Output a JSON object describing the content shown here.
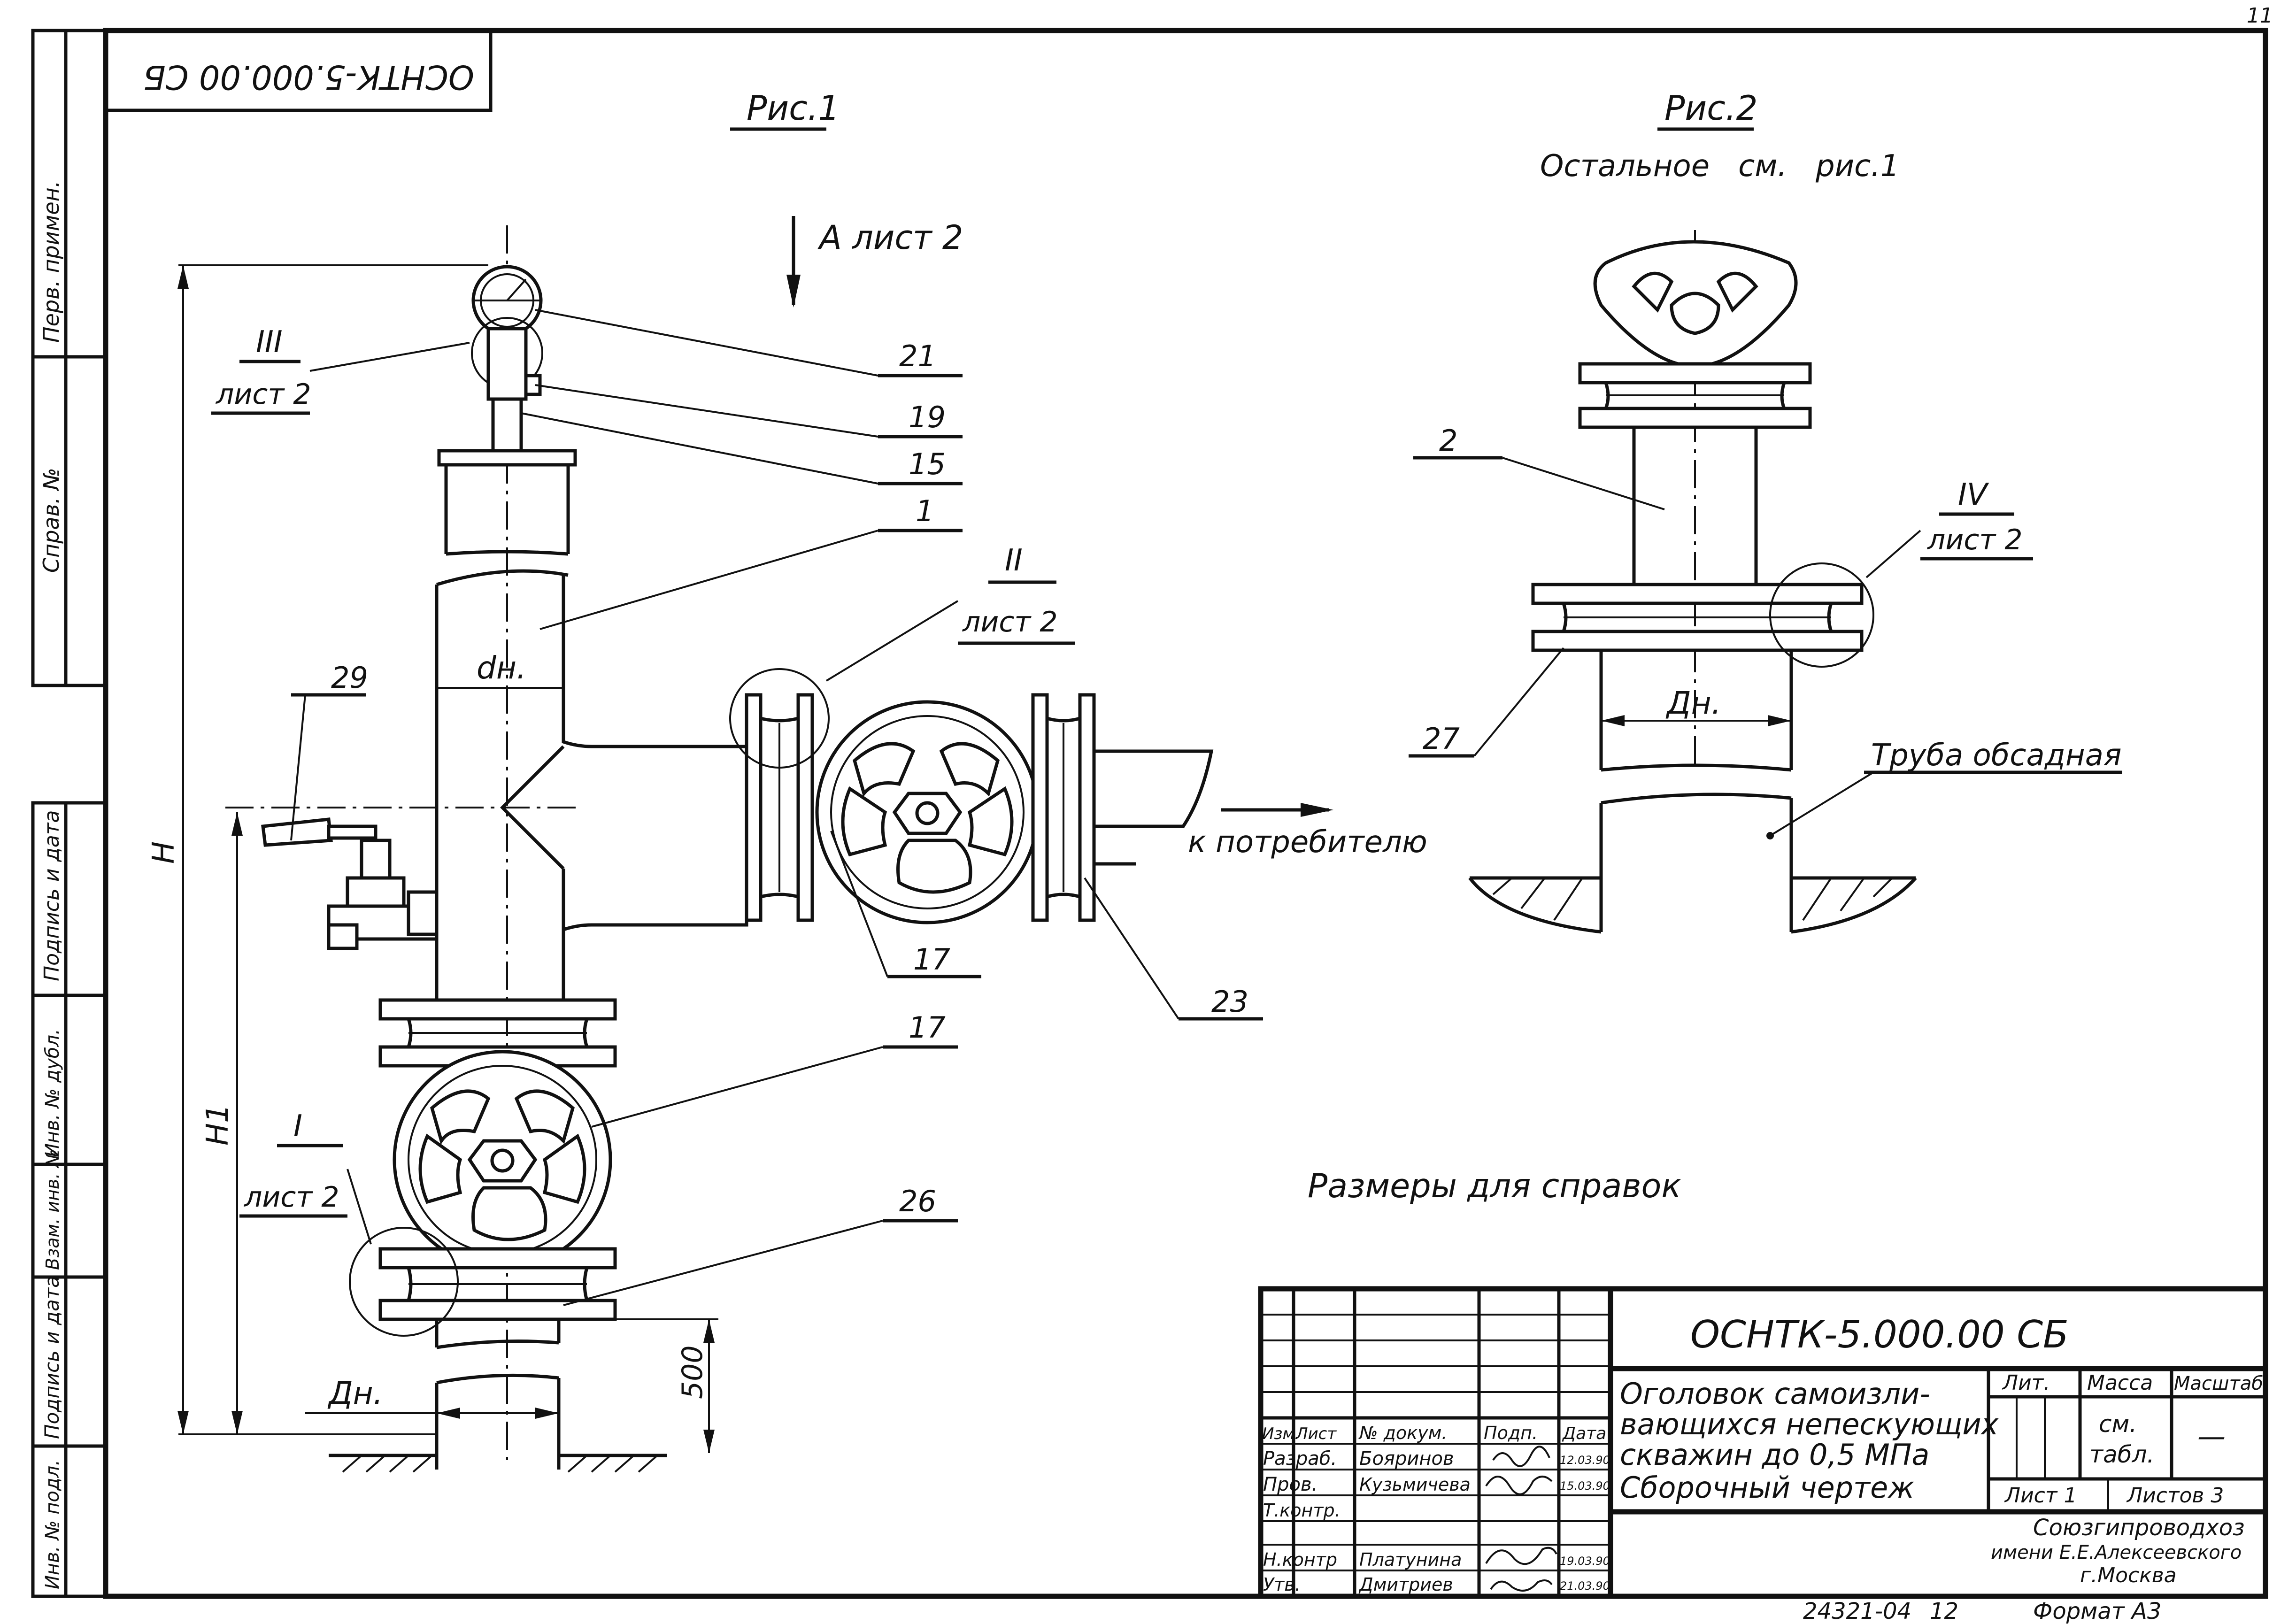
{
  "page_number": "11",
  "stamp_rotated": "ОСНТК-5.000.00 СБ",
  "side_labels": [
    "Перв. примен.",
    "Справ. №",
    "Подпись и дата",
    "Инв. № дубл.",
    "Взам. инв. №",
    "Подпись и дата",
    "Инв. № подл."
  ],
  "fig1": {
    "title": "Рис.1",
    "view_arrow": "А  лист 2",
    "dims": {
      "H": "H",
      "H1": "H1",
      "dn": "dн.",
      "Dn": "Дн.",
      "d500": "500"
    },
    "callouts": [
      {
        "id": "c-iii",
        "num": "III",
        "sheet": "лист 2"
      },
      {
        "id": "c-ii",
        "num": "II",
        "sheet": "лист 2"
      },
      {
        "id": "c-i",
        "num": "I",
        "sheet": "лист 2"
      }
    ],
    "parts": [
      "21",
      "19",
      "15",
      "1",
      "29",
      "17",
      "23",
      "17",
      "26"
    ],
    "flow_label": "к потребителю"
  },
  "fig2": {
    "title": "Рис.2",
    "subtitle": "Остальное   см.   рис.1",
    "callout": {
      "num": "IV",
      "sheet": "лист 2"
    },
    "parts": [
      "2",
      "27"
    ],
    "dn": "Дн.",
    "casing": "Труба обсадная"
  },
  "note": "Размеры для справок",
  "title_block": {
    "doc_number": "ОСНТК-5.000.00 СБ",
    "title_lines": [
      "Оголовок самоизли-",
      "вающихся непескующих",
      "скважин до 0,5 МПа",
      "Сборочный чертеж"
    ],
    "col_headers": [
      "Изм.",
      "Лист",
      "№ докум.",
      "Подп.",
      "Дата"
    ],
    "rows": [
      {
        "role": "Разраб.",
        "name": "Бояринов",
        "date": "12.03.90"
      },
      {
        "role": "Пров.",
        "name": "Кузьмичева",
        "date": "15.03.90"
      },
      {
        "role": "Т.контр.",
        "name": "",
        "date": ""
      },
      {
        "role": "Н.контр",
        "name": "Платунина",
        "date": "19.03.90"
      },
      {
        "role": "Утв.",
        "name": "Дмитриев",
        "date": "21.03.90"
      }
    ],
    "lit_label": "Лит.",
    "mass_label": "Масса",
    "scale_label": "Масштаб",
    "mass_value_1": "см.",
    "mass_value_2": "табл.",
    "scale_value": "—",
    "sheet_label": "Лист 1",
    "sheets_label": "Листов 3",
    "org_lines": [
      "Союзгипроводхоз",
      "имени Е.Е.Алексеевского",
      "г.Москва"
    ]
  },
  "footer": {
    "archive": "24321-04",
    "sheet": "12",
    "format": "Формат А3"
  }
}
